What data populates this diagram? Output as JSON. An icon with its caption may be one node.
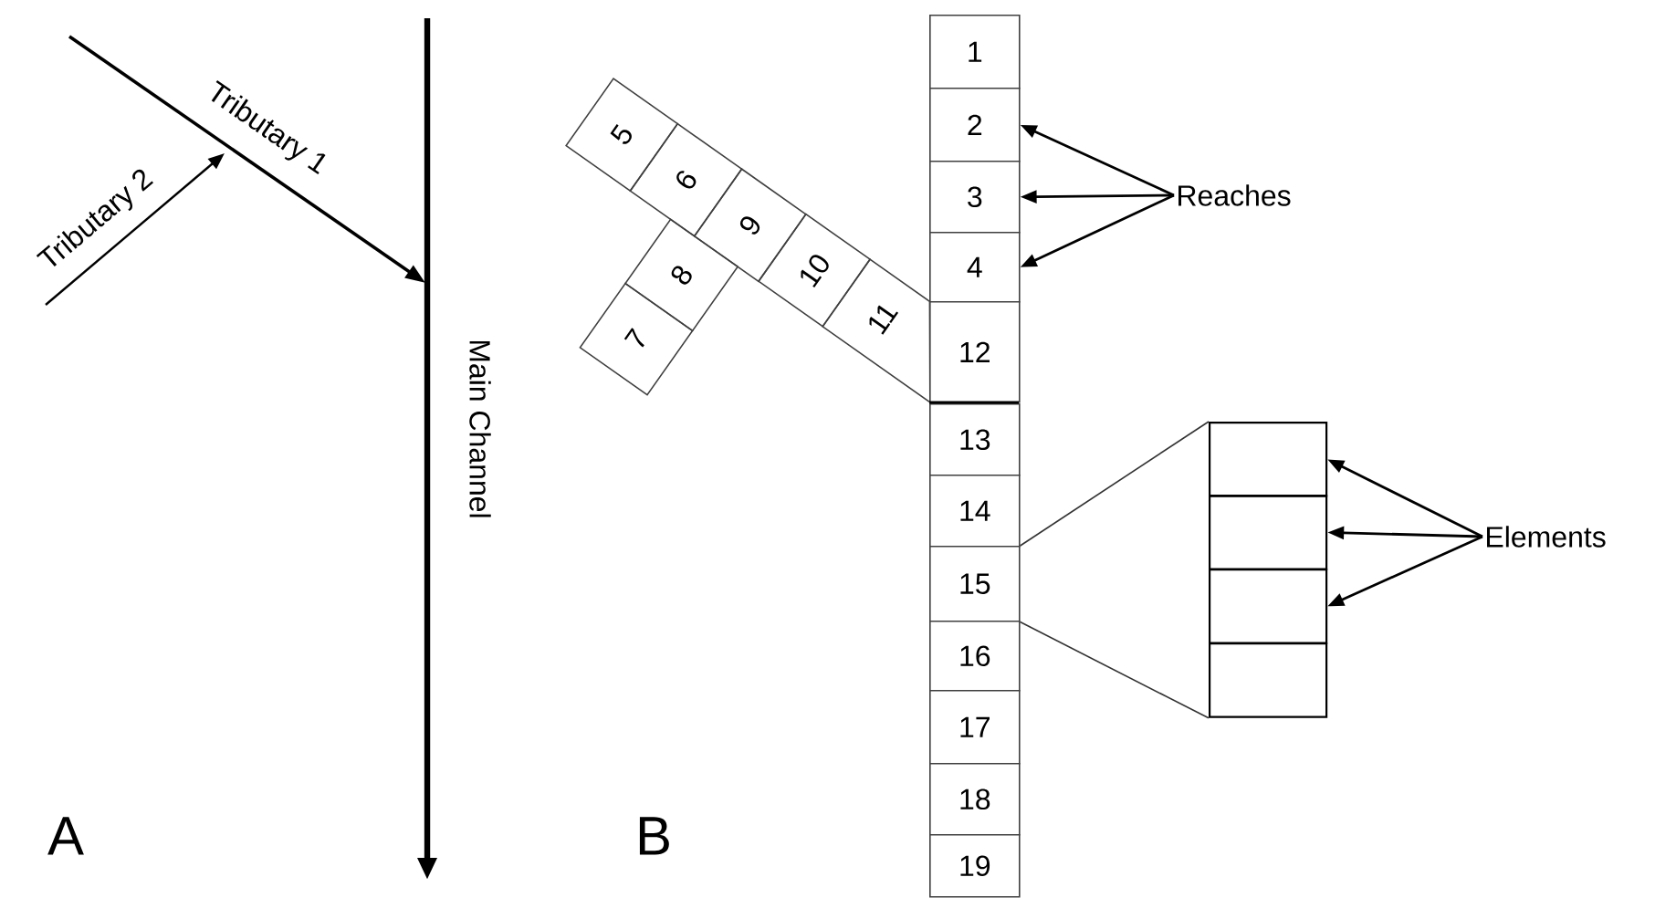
{
  "diagram": {
    "nodes": [
      {
        "text": [
          "1"
        ]
      },
      {
        "text": [
          "2"
        ]
      },
      {
        "text": [
          "3"
        ]
      },
      {
        "text": [
          "4"
        ]
      },
      {
        "text": [
          "5"
        ]
      },
      {
        "text": [
          "6"
        ]
      },
      {
        "text": [
          "7"
        ]
      },
      {
        "text": [
          "8"
        ]
      },
      {
        "text": [
          "9"
        ]
      },
      {
        "text": [
          "10"
        ]
      },
      {
        "text": [
          "11"
        ]
      },
      {
        "text": [
          "12"
        ]
      },
      {
        "text": [
          "13"
        ]
      },
      {
        "text": [
          "14"
        ]
      },
      {
        "text": [
          "15"
        ]
      },
      {
        "text": [
          "16"
        ]
      },
      {
        "text": [
          "17"
        ]
      },
      {
        "text": [
          "18"
        ]
      },
      {
        "text": [
          "19"
        ]
      },
      {
        "text": [
          "Reaches"
        ]
      },
      {
        "text": [],
        "shape": "box"
      },
      {
        "text": [],
        "shape": "box"
      },
      {
        "text": [],
        "shape": "box"
      },
      {
        "text": [],
        "shape": "box"
      },
      {
        "text": [
          "Elements"
        ]
      }
    ],
    "edges": [
      {
        "from": 19,
        "to": 1,
        "arrow": "to"
      },
      {
        "from": 19,
        "to": 2,
        "arrow": "to"
      },
      {
        "from": 19,
        "to": 3,
        "arrow": "to"
      },
      {
        "from": 14,
        "to": 20,
        "arrow": "none"
      },
      {
        "from": 14,
        "to": 23,
        "arrow": "none"
      },
      {
        "from": 24,
        "to": 20,
        "arrow": "to"
      },
      {
        "from": 24,
        "to": 21,
        "arrow": "to"
      },
      {
        "from": 24,
        "to": 22,
        "arrow": "to"
      }
    ],
    "labels": [
      "Tributary 1",
      "Tributary 2",
      "Main Channel",
      "A",
      "B"
    ]
  }
}
